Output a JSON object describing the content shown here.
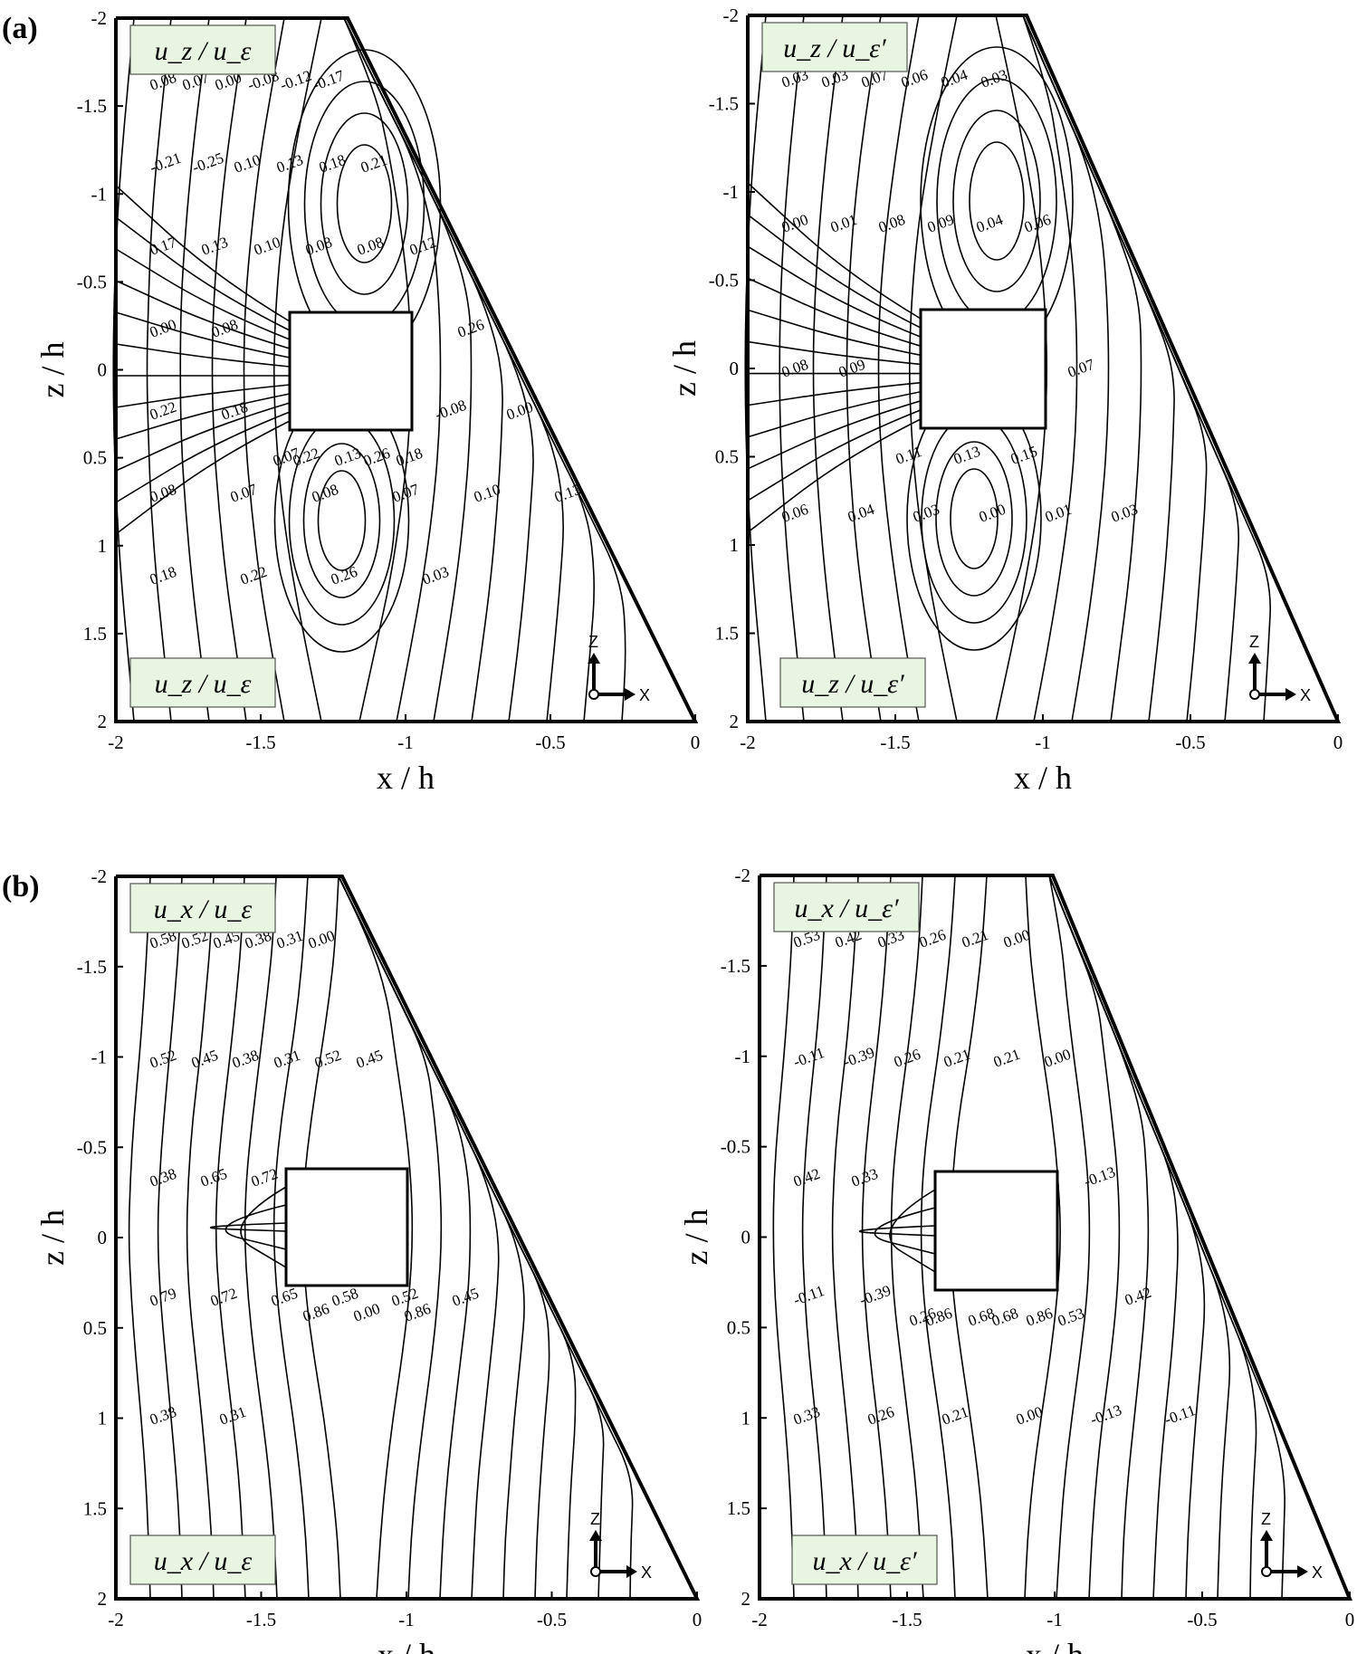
{
  "panel_labels": [
    "(a)",
    "(b)"
  ],
  "axes": {
    "xlabel": "x / h",
    "ylabel": "z / h",
    "x_ticks": [
      "-2",
      "-1.5",
      "-1",
      "-0.5",
      "0"
    ],
    "y_ticks": [
      "-2",
      "-1.5",
      "-1",
      "-0.5",
      "0",
      "0.5",
      "1",
      "1.5",
      "2"
    ]
  },
  "coord_axes": {
    "z": "Z",
    "x": "X"
  },
  "plots": [
    {
      "title_top": "u_z / u_ε",
      "title_bottom": "u_z / u_ε",
      "contour_labels": [
        "0.08",
        "0.07",
        "0.00",
        "-0.08",
        "-0.12",
        "-0.17",
        "-0.21",
        "-0.25",
        "0.10",
        "0.13",
        "0.18",
        "0.21",
        "0.17",
        "0.13",
        "0.10",
        "0.08",
        "0.08",
        "0.12",
        "0.00",
        "0.08",
        "0.07",
        "0.13",
        "0.18",
        "0.26",
        "0.22",
        "0.18",
        "0.22",
        "0.26",
        "-0.08",
        "0.00",
        "0.08",
        "0.07",
        "0.08",
        "0.07",
        "0.10",
        "0.13",
        "0.18",
        "0.22",
        "0.26",
        "0.03"
      ]
    },
    {
      "title_top": "u_z / u_ε′",
      "title_bottom": "u_z / u_ε′",
      "contour_labels": [
        "0.03",
        "0.03",
        "0.07",
        "0.06",
        "0.04",
        "0.03",
        "0.00",
        "0.01",
        "0.08",
        "0.09",
        "0.04",
        "0.06",
        "0.08",
        "0.09",
        "0.11",
        "0.13",
        "0.15",
        "0.07",
        "0.06",
        "0.04",
        "0.03",
        "0.00",
        "0.01",
        "0.03"
      ]
    },
    {
      "title_top": "u_x / u_ε",
      "title_bottom": "u_x / u_ε",
      "contour_labels": [
        "0.58",
        "0.52",
        "0.45",
        "0.38",
        "0.31",
        "0.00",
        "0.52",
        "0.45",
        "0.38",
        "0.31",
        "0.52",
        "0.45",
        "0.38",
        "0.65",
        "0.72",
        "0.86",
        "0.00",
        "0.86",
        "0.79",
        "0.72",
        "0.65",
        "0.58",
        "0.52",
        "0.45",
        "0.38",
        "0.31"
      ]
    },
    {
      "title_top": "u_x / u_ε′",
      "title_bottom": "u_x / u_ε′",
      "contour_labels": [
        "0.53",
        "0.42",
        "0.33",
        "0.26",
        "0.21",
        "0.00",
        "-0.11",
        "-0.39",
        "0.26",
        "0.21",
        "0.21",
        "0.00",
        "0.42",
        "0.33",
        "0.26",
        "0.68",
        "0.86",
        "-0.13",
        "-0.11",
        "-0.39",
        "0.86",
        "0.68",
        "0.53",
        "0.42",
        "0.33",
        "0.26",
        "0.21",
        "0.00",
        "-0.13",
        "-0.11"
      ]
    }
  ]
}
